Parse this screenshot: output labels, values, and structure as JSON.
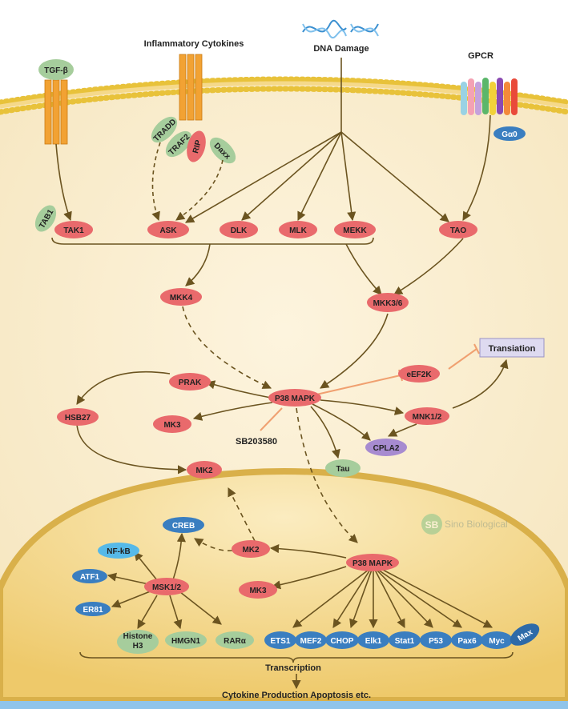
{
  "labels": {
    "tgfb": "TGF-β",
    "inflammatory": "Inflammatory Cytokines",
    "dna": "DNA Damage",
    "gpcr": "GPCR",
    "galpha": "Gα0",
    "sb": "SB203580",
    "translation": "Transiation",
    "transcription": "Transcription",
    "outcome": "Cytokine Production Apoptosis etc.",
    "watermark": "Sino Biological"
  },
  "nodes": {
    "tab1": "TAB1",
    "tak1": "TAK1",
    "tradd": "TRADD",
    "traf2": "TRAF2",
    "rip": "RIP",
    "daxx": "Daxx",
    "ask": "ASK",
    "dlk": "DLK",
    "mlk": "MLK",
    "mekk": "MEKK",
    "tao": "TAO",
    "mkk4": "MKK4",
    "mkk36": "MKK3/6",
    "p38": "P38 MAPK",
    "prak": "PRAK",
    "hsb27": "HSB27",
    "mk3": "MK3",
    "eef2k": "eEF2K",
    "mnk12": "MNK1/2",
    "cpla2": "CPLA2",
    "tau": "Tau",
    "mk2": "MK2",
    "creb": "CREB",
    "nfkb": "NF-kB",
    "atf1": "ATF1",
    "er81": "ER81",
    "msk12": "MSK1/2",
    "histone": "Histone",
    "h3": "H3",
    "hmgn1": "HMGN1",
    "rara": "RARα",
    "mk2n": "MK2",
    "p38n": "P38 MAPK",
    "mk3n": "MK3",
    "ets1": "ETS1",
    "mef2": "MEF2",
    "chop": "CHOP",
    "elk1": "Elk1",
    "stat1": "Stat1",
    "p53": "P53",
    "pax6": "Pax6",
    "myc": "Myc",
    "max": "Max"
  },
  "colors": {
    "red": "#e96a6c",
    "green": "#a6cd9c",
    "blue": "#3a7ec0",
    "purple": "#a78bd0",
    "arrow": "#6b5420",
    "inhibit": "#f0a070",
    "nucleus": "#f3d585"
  }
}
